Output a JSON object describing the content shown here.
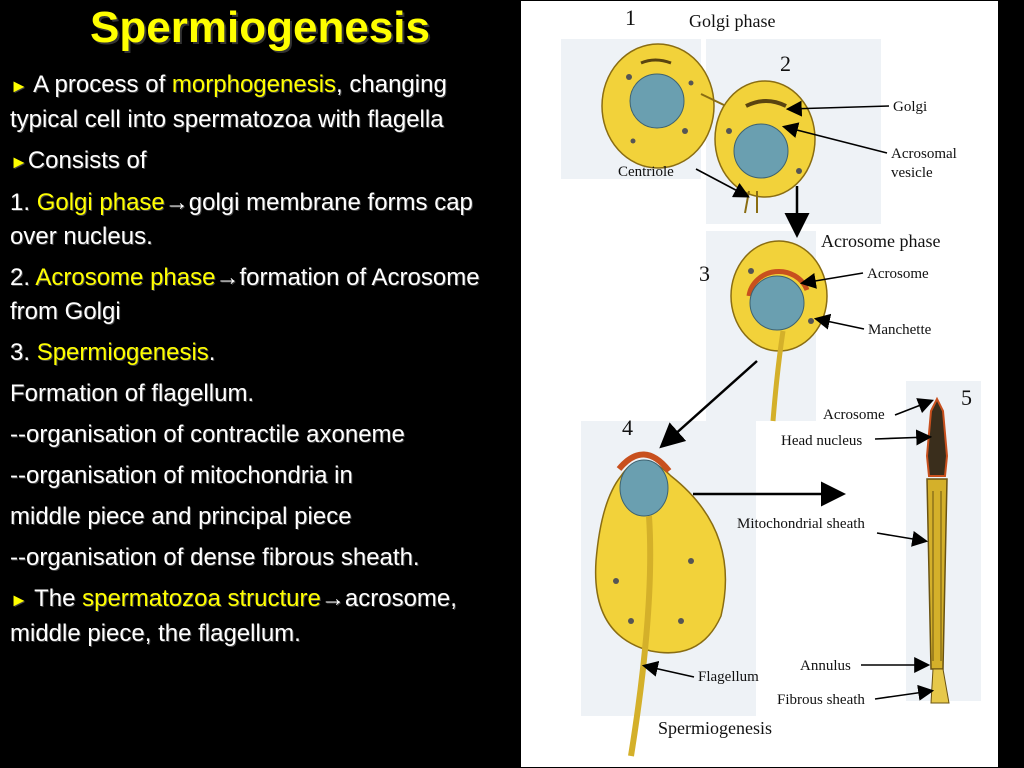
{
  "title": "Spermiogenesis",
  "text": {
    "p1_prefix": "A process of ",
    "p1_hl": "morphogenesis",
    "p1_suffix": ", changing typical cell into spermatozoa with flagella",
    "p2": "Consists of",
    "p3_num": "1. ",
    "p3_hl": "Golgi phase",
    "p3_arrow": "→",
    "p3_rest": "golgi membrane forms cap over nucleus.",
    "p4_num": "2. ",
    "p4_hl": "Acrosome phase",
    "p4_arrow": "→",
    "p4_rest": "formation of Acrosome from Golgi",
    "p5_num": "3. ",
    "p5_hl": "Spermiogenesis",
    "p5_rest": ".",
    "p6": "Formation of flagellum.",
    "p7": "--organisation of contractile axoneme",
    "p8": "--organisation of mitochondria in",
    "p9": "middle piece and principal piece",
    "p10": "--organisation of dense fibrous sheath.",
    "p11_prefix": "The ",
    "p11_hl": "spermatozoa structure",
    "p11_arrow": "→",
    "p11_rest": "acrosome, middle piece, the flagellum.",
    "bullet": "►"
  },
  "figure": {
    "num1": "1",
    "num2": "2",
    "num3": "3",
    "num4": "4",
    "num5": "5",
    "golgi_phase": "Golgi phase",
    "golgi": "Golgi",
    "acrosomal1": "Acrosomal",
    "acrosomal2": "vesicle",
    "centriole": "Centriole",
    "acrosome_phase": "Acrosome phase",
    "acrosome": "Acrosome",
    "manchette": "Manchette",
    "acrosome5": "Acrosome",
    "head_nucleus": "Head nucleus",
    "mito_sheath": "Mitochondrial sheath",
    "flagellum": "Flagellum",
    "annulus": "Annulus",
    "fibrous_sheath": "Fibrous sheath",
    "caption": "Spermiogenesis"
  },
  "colors": {
    "title": "#ffff00",
    "cytoplasm": "#f2d23a",
    "nucleus": "#6a9fb0",
    "acrosome": "#c8501e"
  }
}
